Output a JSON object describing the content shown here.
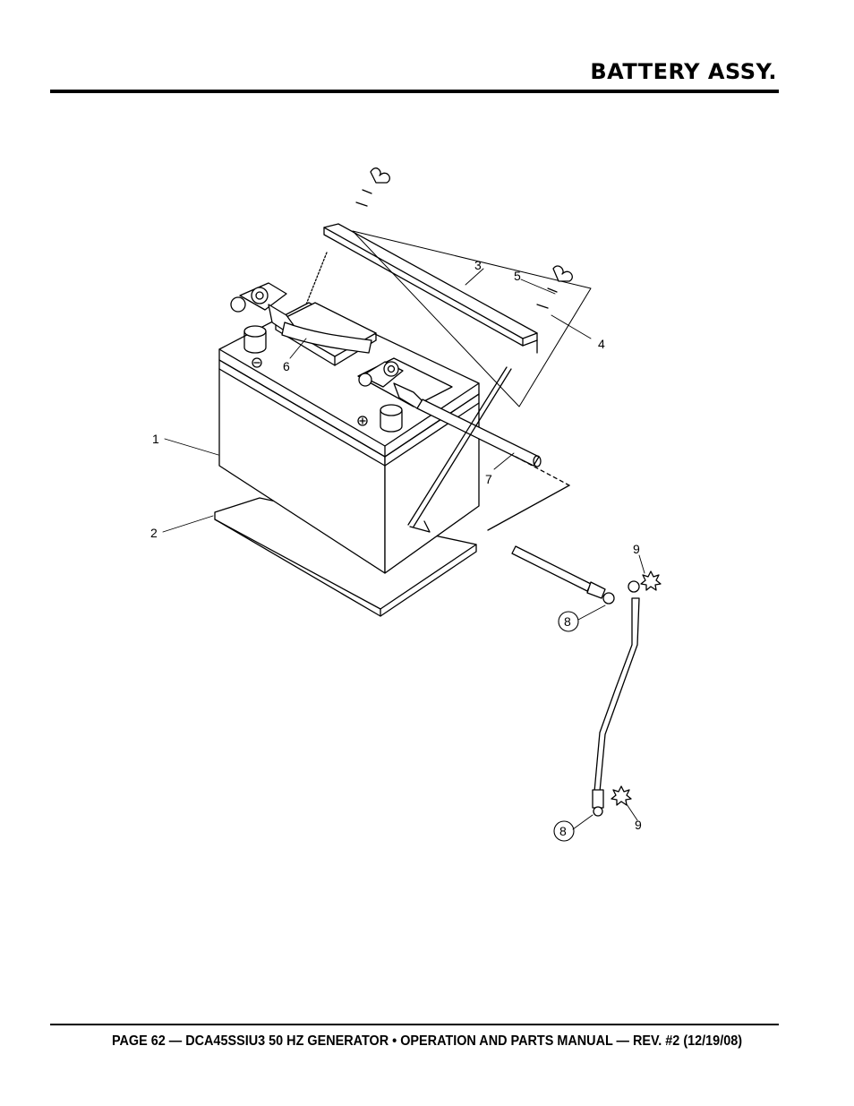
{
  "header": {
    "title": "BATTERY ASSY."
  },
  "diagram": {
    "callouts": {
      "c1": "1",
      "c2": "2",
      "c3": "3",
      "c4": "4",
      "c5": "5",
      "c6": "6",
      "c7": "7",
      "c8a": "8",
      "c8b": "8",
      "c9a": "9",
      "c9b": "9"
    }
  },
  "footer": {
    "text": "PAGE 62 — DCA45SSIU3 50 HZ GENERATOR • OPERATION AND PARTS MANUAL — REV. #2 (12/19/08)"
  }
}
